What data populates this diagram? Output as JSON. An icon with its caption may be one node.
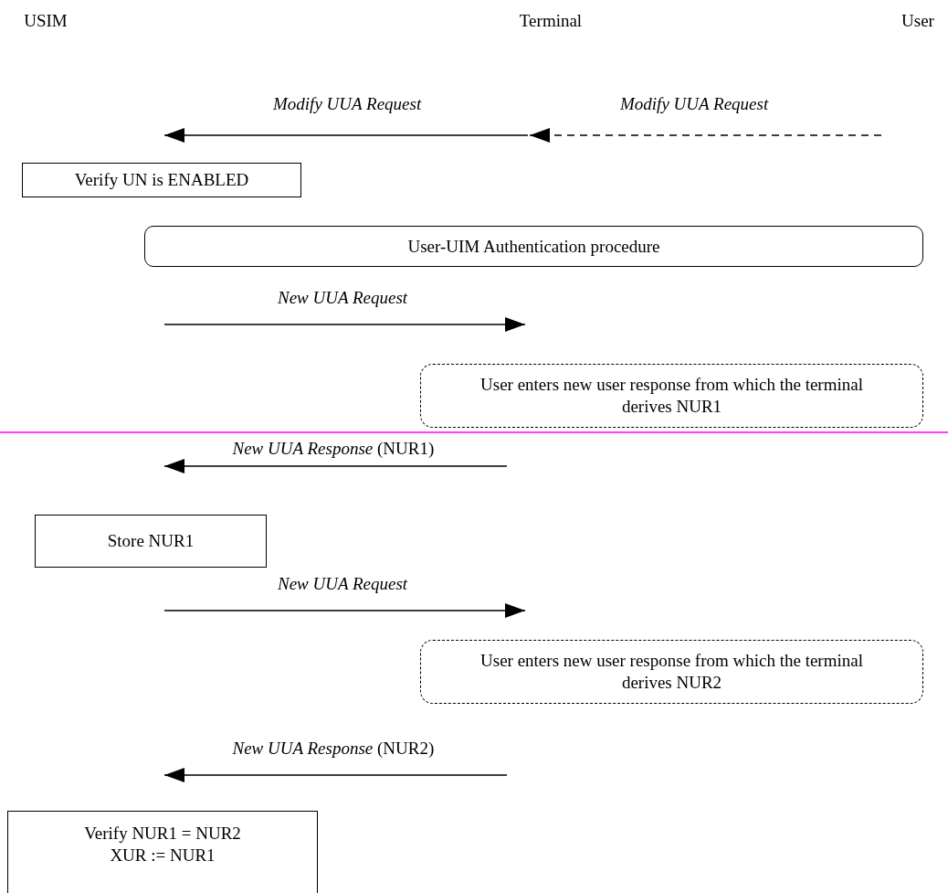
{
  "diagram": {
    "nodes": [
      {
        "text": [
          "USIM"
        ]
      },
      {
        "text": [
          "Terminal"
        ]
      },
      {
        "text": [
          "User"
        ]
      },
      {
        "text": [
          "Verify UN is ENABLED"
        ]
      },
      {
        "text": [
          "User-UIM Authentication procedure"
        ]
      },
      {
        "text": [
          "User enters new user response from which the terminal derives NUR1"
        ]
      },
      {
        "text": [
          "Store NUR1"
        ]
      },
      {
        "text": [
          "User enters new user response from which the terminal derives NUR2"
        ]
      },
      {
        "text": [
          "Verify NUR1 = NUR2",
          "XUR := NUR1"
        ]
      }
    ],
    "labels": [
      "*Modify UUA Request*",
      "*Modify UUA Request*",
      "*New UUA Request*",
      "*New UUA Response* (NUR1)",
      "*New UUA Request*",
      "*New UUA Response* (NUR2)"
    ]
  }
}
